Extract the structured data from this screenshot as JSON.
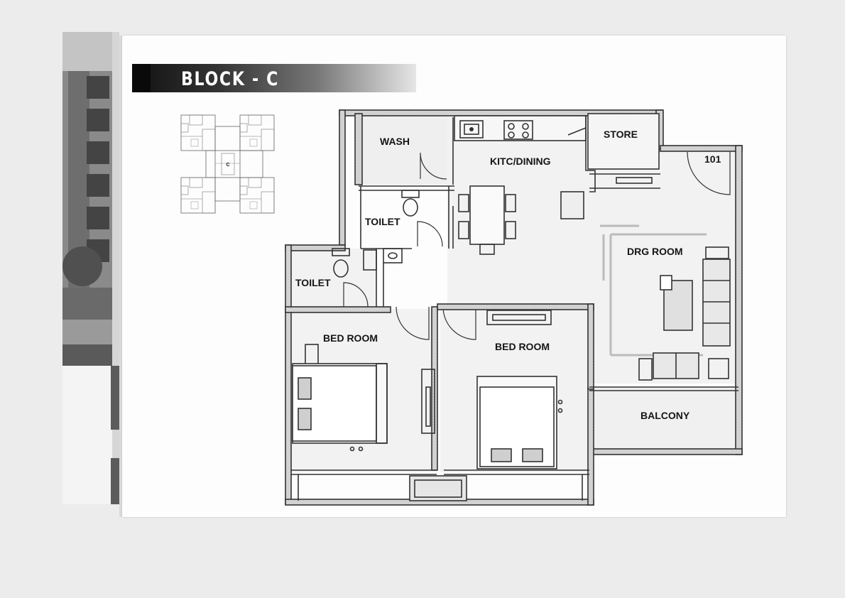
{
  "title": "BLOCK - C",
  "key_plan": {
    "label": "C"
  },
  "floor_plan": {
    "rooms": {
      "wash": "WASH",
      "kitchen_dining": "KITC/DINING",
      "store": "STORE",
      "unit_number": "101",
      "toilet_1": "TOILET",
      "toilet_2": "TOILET",
      "drawing_room": "DRG ROOM",
      "bed_room_1": "BED ROOM",
      "bed_room_2": "BED ROOM",
      "balcony": "BALCONY"
    }
  },
  "colors": {
    "title_band_dark": "#111111",
    "title_text": "#ffffff",
    "wall": "#333333",
    "hatch": "#c8c8c8"
  }
}
